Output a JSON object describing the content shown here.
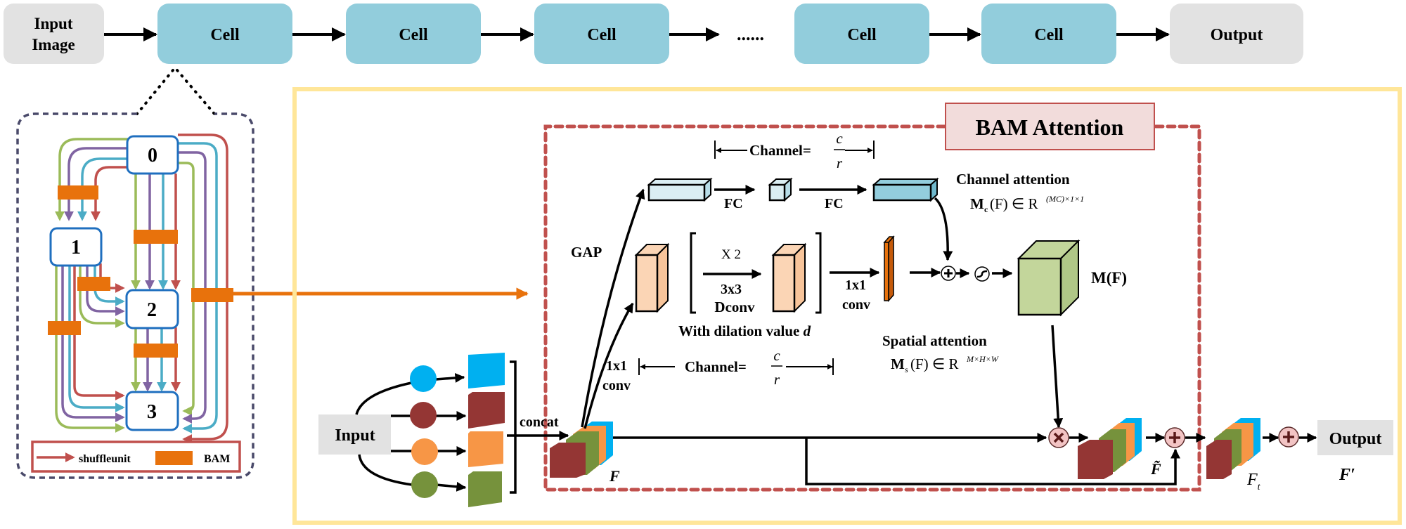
{
  "top_pipeline": {
    "input_label_line1": "Input",
    "input_label_line2": "Image",
    "cells": [
      "Cell",
      "Cell",
      "Cell",
      "Cell",
      "Cell"
    ],
    "ellipsis": "......",
    "output_label": "Output"
  },
  "cell_detail": {
    "nodes": [
      "0",
      "1",
      "2",
      "3"
    ],
    "legend": {
      "shuffle_label": "shuffleunit",
      "bam_label": "BAM"
    }
  },
  "bam": {
    "title": "BAM Attention",
    "input_label": "Input",
    "concat_label": "concat",
    "f_label": "F",
    "gap_label": "GAP",
    "fc_labels": [
      "FC",
      "FC"
    ],
    "channel_top": {
      "prefix": "Channel=",
      "num": "c",
      "den": "r"
    },
    "channel_bottom": {
      "prefix": "Channel=",
      "num": "c",
      "den": "r"
    },
    "channel_attention": {
      "title": "Channel attention",
      "formula_main": "M",
      "formula_sub": "c",
      "formula_arg": "(F) ∈ R",
      "formula_sup": "(MC)×1×1"
    },
    "spatial_attention": {
      "title": "Spatial attention",
      "formula_main": "M",
      "formula_sub": "s",
      "formula_arg": "(F) ∈ R",
      "formula_sup": "M×H×W"
    },
    "x2_label": "X 2",
    "conv3x3_label": "3x3",
    "dconv_label": "Dconv",
    "dilation_label": "With dilation value",
    "dilation_var": "d",
    "conv1x1_right": {
      "line1": "1x1",
      "line2": "conv"
    },
    "conv1x1_left": {
      "line1": "1x1",
      "line2": "conv"
    },
    "mf_label": "M(F)",
    "f_tilde_label": "F̃",
    "ft_label": "F",
    "ft_sub": "t",
    "f_prime_label": "F′",
    "output_label": "Output"
  },
  "colors": {
    "cell_fill": "#92cddc",
    "gray_box": "#e2e2e2",
    "orange": "#e8720c",
    "yellow_border": "#ffe699",
    "red_dash": "#c0504d",
    "navy_dash": "#4a4a6a",
    "node_border": "#1f6fbf",
    "green": "#9bbb59",
    "purple": "#8064a2",
    "cyan": "#4bacc6",
    "red": "#c0504d",
    "blue_branch": "#00b0f0",
    "brown_branch": "#943634",
    "orange_branch": "#f79646",
    "olive_branch": "#76923c",
    "peach": "#fbd5b5",
    "light_cyan": "#daeef3",
    "mid_cyan": "#93cddd",
    "sage": "#c3d69b",
    "pink_title": "#f2dcdb"
  }
}
